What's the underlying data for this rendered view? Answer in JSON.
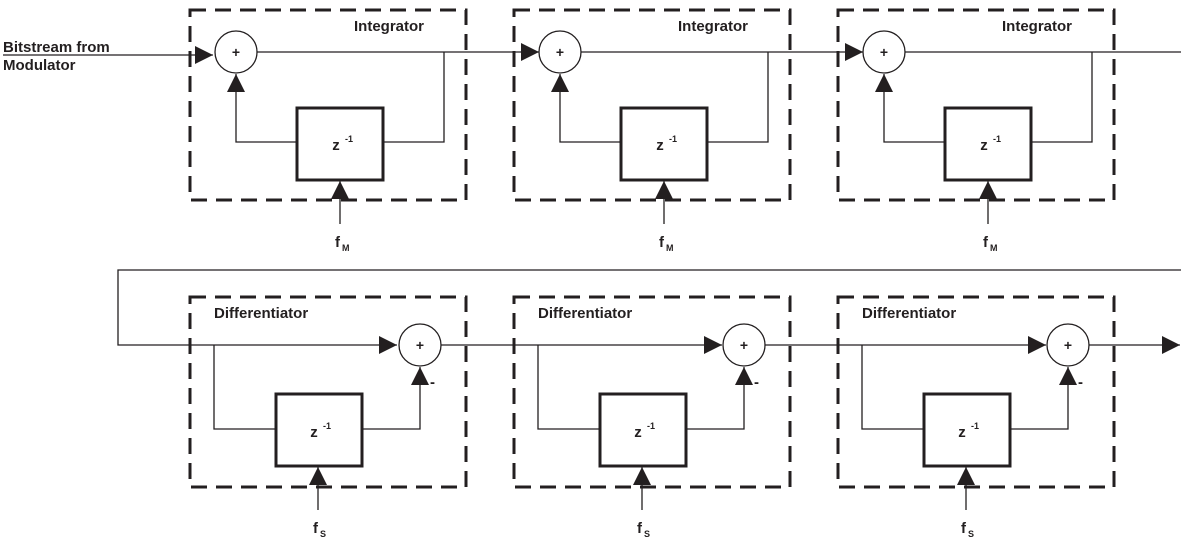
{
  "input_label": {
    "line1": "Bitstream from",
    "line2": "Modulator"
  },
  "integrators": [
    {
      "title": "Integrator",
      "delay_base": "z",
      "delay_exp": "-1",
      "sum_sign": "+",
      "clock_base": "f",
      "clock_sub": "M"
    },
    {
      "title": "Integrator",
      "delay_base": "z",
      "delay_exp": "-1",
      "sum_sign": "+",
      "clock_base": "f",
      "clock_sub": "M"
    },
    {
      "title": "Integrator",
      "delay_base": "z",
      "delay_exp": "-1",
      "sum_sign": "+",
      "clock_base": "f",
      "clock_sub": "M"
    }
  ],
  "differentiators": [
    {
      "title": "Differentiator",
      "delay_base": "z",
      "delay_exp": "-1",
      "sum_sign": "+",
      "minus_sign": "-",
      "clock_base": "f",
      "clock_sub": "S"
    },
    {
      "title": "Differentiator",
      "delay_base": "z",
      "delay_exp": "-1",
      "sum_sign": "+",
      "minus_sign": "-",
      "clock_base": "f",
      "clock_sub": "S"
    },
    {
      "title": "Differentiator",
      "delay_base": "z",
      "delay_exp": "-1",
      "sum_sign": "+",
      "minus_sign": "-",
      "clock_base": "f",
      "clock_sub": "S"
    }
  ],
  "colors": {
    "stroke": "#231f20",
    "background": "#ffffff"
  }
}
